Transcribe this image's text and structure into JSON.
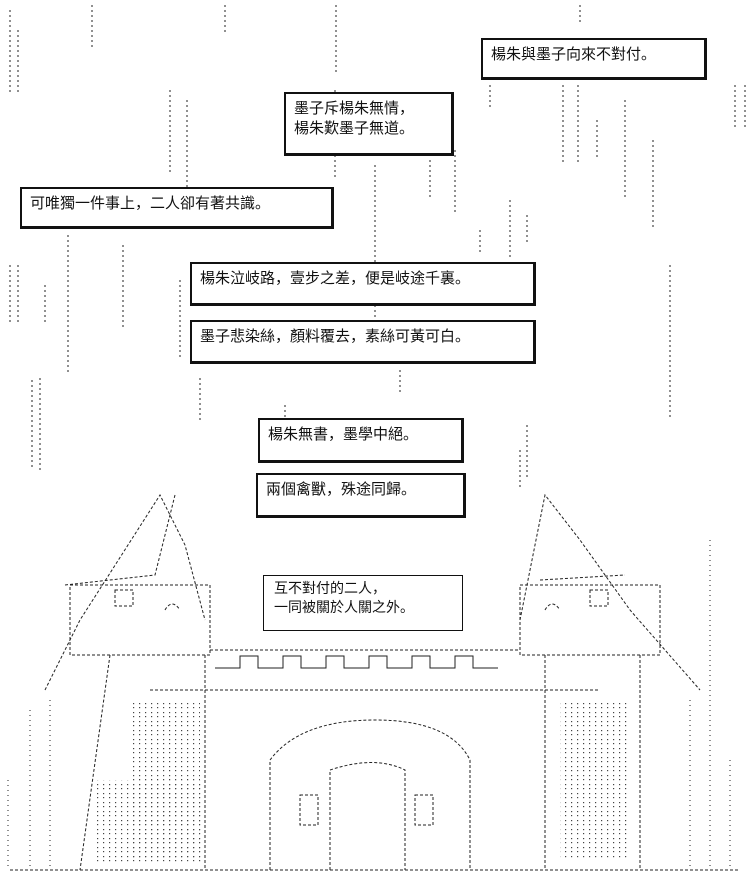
{
  "captions": {
    "c1": "楊朱與墨子向來不對付。",
    "c2": [
      "墨子斥楊朱無情，",
      "楊朱歎墨子無道。"
    ],
    "c3": "可唯獨一件事上，二人卻有著共識。",
    "c4": "楊朱泣岐路，壹步之差，便是岐途千裏。",
    "c5": "墨子悲染絲，顏料覆去，素絲可黃可白。",
    "c6": "楊朱無書，墨學中絕。",
    "c7": "兩個禽獸，殊途同歸。",
    "c8": [
      "互不對付的二人，",
      "一同被關於人關之外。"
    ]
  },
  "colors": {
    "ink": "#111111",
    "background": "#ffffff"
  }
}
